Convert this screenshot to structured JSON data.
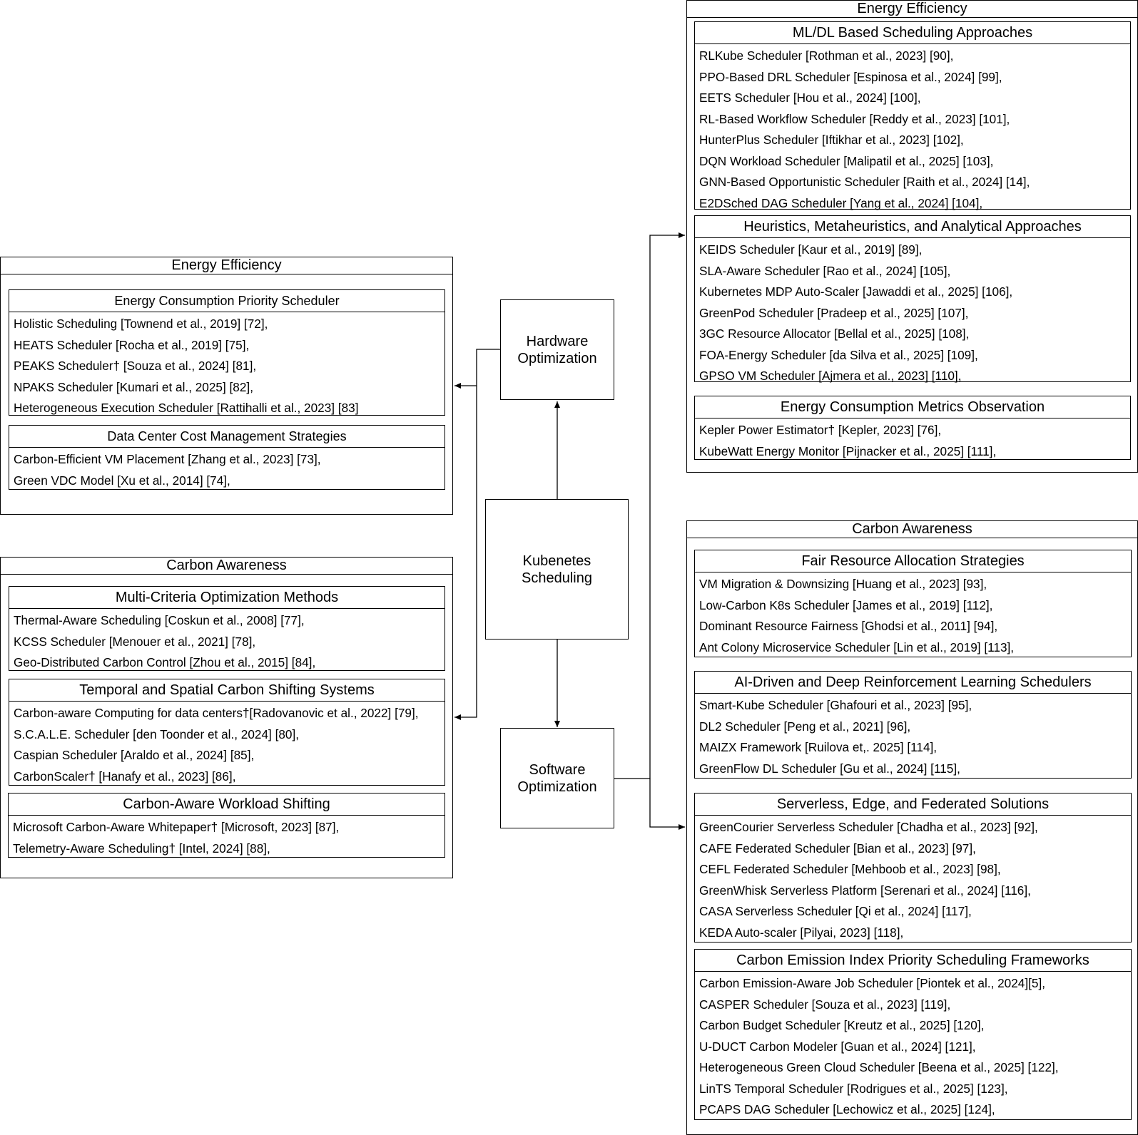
{
  "center": {
    "kubernetes": "Kubenetes\nScheduling",
    "hardware": "Hardware\nOptimization",
    "software": "Software\nOptimization"
  },
  "left": {
    "energy": {
      "title": "Energy Efficiency",
      "groups": [
        {
          "title": "Energy Consumption Priority Scheduler",
          "items": [
            "Holistic Scheduling [Townend et al., 2019] [72],",
            "HEATS Scheduler [Rocha et al., 2019] [75],",
            "PEAKS Scheduler† [Souza et al., 2024] [81],",
            "NPAKS Scheduler [Kumari et al., 2025] [82],",
            "Heterogeneous Execution Scheduler [Rattihalli et al., 2023] [83]"
          ]
        },
        {
          "title": "Data Center Cost Management Strategies",
          "items": [
            "Carbon-Efficient VM Placement [Zhang et al., 2023] [73],",
            "Green VDC Model [Xu et al., 2014] [74],"
          ]
        }
      ]
    },
    "carbon": {
      "title": "Carbon Awareness",
      "groups": [
        {
          "title": "Multi-Criteria Optimization Methods",
          "items": [
            "Thermal-Aware Scheduling [Coskun et al., 2008] [77],",
            "KCSS Scheduler [Menouer et al., 2021] [78],",
            "Geo-Distributed Carbon Control [Zhou et al., 2015] [84],"
          ]
        },
        {
          "title": "Temporal and Spatial Carbon Shifting Systems",
          "items": [
            "Carbon-aware Computing for data centers†[Radovanovic et al., 2022] [79],",
            "S.C.A.L.E. Scheduler [den Toonder et al., 2024] [80],",
            "Caspian Scheduler [Araldo et al., 2024] [85],",
            "CarbonScaler† [Hanafy et al., 2023] [86],"
          ]
        },
        {
          "title": "Carbon-Aware Workload Shifting",
          "items": [
            "Microsoft Carbon-Aware Whitepaper† [Microsoft, 2023] [87],",
            "Telemetry-Aware Scheduling† [Intel, 2024] [88],"
          ]
        }
      ]
    }
  },
  "right": {
    "energy": {
      "title": "Energy Efficiency",
      "groups": [
        {
          "title": "ML/DL Based Scheduling Approaches",
          "items": [
            "RLKube Scheduler [Rothman et al., 2023] [90],",
            "PPO-Based DRL Scheduler [Espinosa et al., 2024] [99],",
            "EETS Scheduler [Hou et al., 2024] [100],",
            "RL-Based Workflow Scheduler [Reddy et al., 2023] [101],",
            "HunterPlus Scheduler [Iftikhar et al., 2023] [102],",
            "DQN Workload Scheduler [Malipatil et al., 2025] [103],",
            "GNN-Based Opportunistic Scheduler [Raith et al., 2024] [14],",
            "E2DSched DAG Scheduler [Yang et al., 2024] [104],"
          ]
        },
        {
          "title": "Heuristics, Metaheuristics, and Analytical Approaches",
          "items": [
            "KEIDS Scheduler [Kaur et al., 2019] [89],",
            "SLA-Aware Scheduler [Rao et al., 2024] [105],",
            "Kubernetes MDP Auto-Scaler [Jawaddi et al., 2025] [106],",
            "GreenPod Scheduler [Pradeep et al., 2025] [107],",
            "3GC Resource Allocator [Bellal et al., 2025] [108],",
            "FOA-Energy Scheduler [da Silva et al., 2025] [109],",
            "GPSO VM Scheduler [Ajmera et al., 2023] [110],"
          ]
        },
        {
          "title": "Energy Consumption Metrics Observation",
          "items": [
            "Kepler Power Estimator† [Kepler, 2023] [76],",
            "KubeWatt Energy Monitor [Pijnacker et al., 2025] [111],"
          ]
        }
      ]
    },
    "carbon": {
      "title": "Carbon Awareness",
      "groups": [
        {
          "title": "Fair Resource Allocation Strategies",
          "items": [
            "VM Migration & Downsizing [Huang et al., 2023] [93],",
            "Low-Carbon K8s Scheduler [James et al., 2019] [112],",
            "Dominant Resource Fairness [Ghodsi et al., 2011] [94],",
            "Ant Colony Microservice Scheduler [Lin et al., 2019] [113],"
          ]
        },
        {
          "title": "AI-Driven and Deep Reinforcement Learning Schedulers",
          "items": [
            "Smart-Kube Scheduler [Ghafouri et al., 2023] [95],",
            "DL2 Scheduler [Peng et al., 2021] [96],",
            "MAIZX Framework [Ruilova et,. 2025] [114],",
            "GreenFlow DL Scheduler [Gu et al., 2024] [115],"
          ]
        },
        {
          "title": "Serverless, Edge, and Federated Solutions",
          "items": [
            "GreenCourier Serverless Scheduler [Chadha et al., 2023] [92],",
            "CAFE Federated Scheduler [Bian et al., 2023] [97],",
            "CEFL Federated Scheduler [Mehboob et al., 2023] [98],",
            "GreenWhisk Serverless Platform [Serenari et al., 2024] [116],",
            "CASA Serverless Scheduler [Qi et al., 2024] [117],",
            "KEDA Auto-scaler [Pilyai, 2023] [118],"
          ]
        },
        {
          "title": "Carbon Emission Index Priority Scheduling Frameworks",
          "items": [
            "Carbon Emission-Aware Job Scheduler [Piontek et al., 2024][5],",
            "CASPER Scheduler [Souza et al., 2023] [119],",
            "Carbon Budget Scheduler [Kreutz et al., 2025] [120],",
            "U-DUCT Carbon Modeler [Guan et al., 2024] [121],",
            "Heterogeneous Green Cloud Scheduler [Beena et al., 2025] [122],",
            "LinTS Temporal Scheduler [Rodrigues et al., 2025] [123],",
            "PCAPS DAG Scheduler [Lechowicz et al., 2025] [124],"
          ]
        }
      ]
    }
  }
}
